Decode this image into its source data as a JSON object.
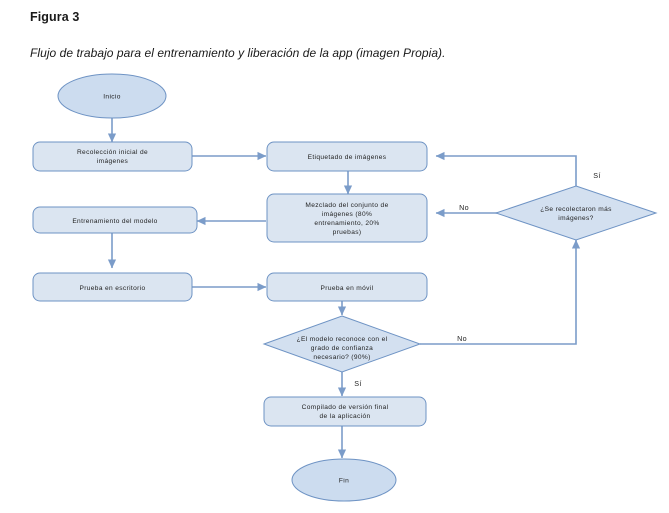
{
  "figure": {
    "title": "Figura 3",
    "caption": "Flujo de trabajo para el entrenamiento y liberación de la app (imagen Propia)."
  },
  "colors": {
    "process_fill": "#dbe5f1",
    "terminator_fill": "#ccdcef",
    "decision_fill": "#d3e0f0",
    "shape_stroke": "#6e93c4",
    "connector": "#7b9cc9",
    "text": "#1f1f1f",
    "page_background": "#ffffff"
  },
  "diagram": {
    "type": "flowchart",
    "orientation": "top-down-with-loops",
    "nodes": [
      {
        "id": "inicio",
        "shape": "ellipse",
        "label": "Inicio"
      },
      {
        "id": "recoleccion",
        "shape": "rounded-rect",
        "label_lines": [
          "Recolección inicial de",
          "imágenes"
        ]
      },
      {
        "id": "etiquetado",
        "shape": "rounded-rect",
        "label_lines": [
          "Etiquetado de imágenes"
        ]
      },
      {
        "id": "mezclado",
        "shape": "rounded-rect",
        "label_lines": [
          "Mezclado del conjunto de",
          "imágenes (80%",
          "entrenamiento, 20%",
          "pruebas)"
        ]
      },
      {
        "id": "decision_recolectar",
        "shape": "diamond",
        "label_lines": [
          "¿Se recolectaron más",
          "imágenes?"
        ]
      },
      {
        "id": "entrenamiento",
        "shape": "rounded-rect",
        "label_lines": [
          "Entrenamiento del modelo"
        ]
      },
      {
        "id": "prueba_escritorio",
        "shape": "rounded-rect",
        "label_lines": [
          "Prueba en escritorio"
        ]
      },
      {
        "id": "prueba_movil",
        "shape": "rounded-rect",
        "label_lines": [
          "Prueba en móvil"
        ]
      },
      {
        "id": "decision_confianza",
        "shape": "diamond",
        "label_lines": [
          "¿El modelo reconoce con el",
          "grado de confianza",
          "necesario? (90%)"
        ]
      },
      {
        "id": "compilado",
        "shape": "rounded-rect",
        "label_lines": [
          "Compilado de versión final",
          "de la aplicación"
        ]
      },
      {
        "id": "fin",
        "shape": "ellipse",
        "label": "Fin"
      }
    ],
    "edges": [
      {
        "from": "inicio",
        "to": "recoleccion",
        "label": ""
      },
      {
        "from": "recoleccion",
        "to": "etiquetado",
        "label": ""
      },
      {
        "from": "etiquetado",
        "to": "mezclado",
        "label": ""
      },
      {
        "from": "mezclado",
        "to": "entrenamiento",
        "label": ""
      },
      {
        "from": "entrenamiento",
        "to": "prueba_escritorio",
        "label": ""
      },
      {
        "from": "prueba_escritorio",
        "to": "prueba_movil",
        "label": ""
      },
      {
        "from": "prueba_movil",
        "to": "decision_confianza",
        "label": ""
      },
      {
        "from": "decision_confianza",
        "to": "compilado",
        "label": "Sí"
      },
      {
        "from": "decision_confianza",
        "to": "decision_recolectar",
        "label": "No"
      },
      {
        "from": "decision_recolectar",
        "to": "etiquetado",
        "label": "Sí"
      },
      {
        "from": "decision_recolectar",
        "to": "mezclado",
        "label": "No"
      },
      {
        "from": "compilado",
        "to": "fin",
        "label": ""
      }
    ],
    "edge_labels": {
      "si_recolectar": "Sí",
      "no_recolectar": "No",
      "no_confianza": "No",
      "si_confianza": "Sí"
    }
  }
}
